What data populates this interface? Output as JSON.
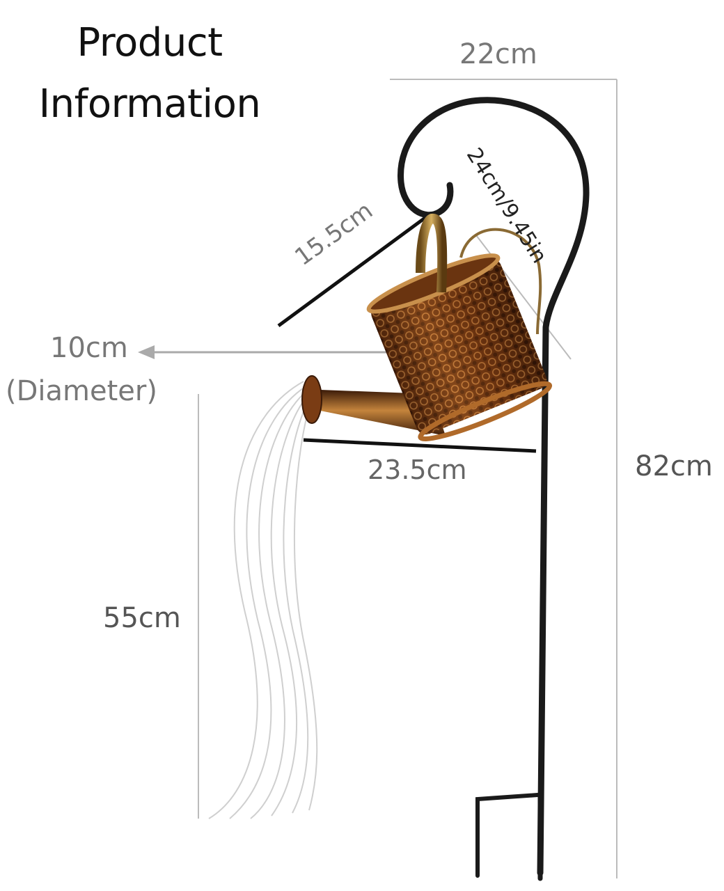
{
  "title": {
    "line1": "Product",
    "line2": "Information"
  },
  "dimensions": {
    "width_top": "22cm",
    "total_height": "82cm",
    "stream_height": "55cm",
    "spout_length": "23.5cm",
    "diameter_value": "10cm",
    "diameter_label": "(Diameter)",
    "diagonal_left": "15.5cm",
    "diagonal_right": "24cm/9.45in"
  },
  "colors": {
    "stand": "#1a1a1a",
    "can": "#8a4a1c",
    "guide_line": "#bbbbbb"
  }
}
